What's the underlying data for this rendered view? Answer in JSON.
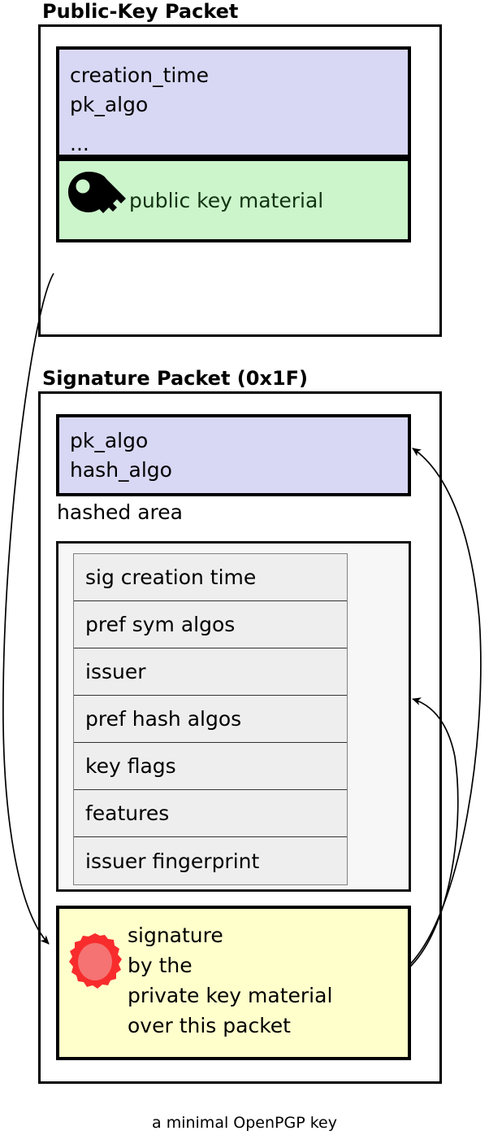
{
  "diagram": {
    "caption": "a minimal OpenPGP key",
    "colors": {
      "metadata_block": "#d8d8f5",
      "public_key_material": "#ccf5cc",
      "signature_block": "#ffffcc",
      "subpacket_row": "#eeeeee",
      "hashed_area": "#f7f7f7",
      "seal_red": "#f03030",
      "seal_red_inner": "#f07070",
      "outline": "#000000"
    }
  },
  "public_key_packet": {
    "title": "Public-Key Packet",
    "metadata": {
      "line1": "creation_time",
      "line2": "pk_algo",
      "line3": "..."
    },
    "material": {
      "icon": "key-icon",
      "label": "public key material"
    }
  },
  "signature_packet": {
    "title": "Signature Packet (0x1F)",
    "algos": {
      "line1": "pk_algo",
      "line2": "hash_algo"
    },
    "hashed_area": {
      "label": "hashed area",
      "subpackets": [
        {
          "label": "sig creation time"
        },
        {
          "label": "pref sym algos"
        },
        {
          "label": "issuer"
        },
        {
          "label": "pref hash algos"
        },
        {
          "label": "key flags"
        },
        {
          "label": "features"
        },
        {
          "label": "issuer fingerprint"
        }
      ]
    },
    "signature": {
      "icon": "wax-seal-icon",
      "line1": "signature",
      "line2": "by the",
      "line3": "private key material",
      "line4": "over this packet"
    }
  },
  "arrows": [
    {
      "name": "arrow-pubkey-to-signature",
      "from": "public-key-packet",
      "to": "signature-block"
    },
    {
      "name": "arrow-signature-to-sig-algos",
      "from": "signature-block",
      "to": "sig-algos-block"
    },
    {
      "name": "arrow-signature-to-hashed-area",
      "from": "signature-block",
      "to": "hashed-area-box"
    }
  ]
}
